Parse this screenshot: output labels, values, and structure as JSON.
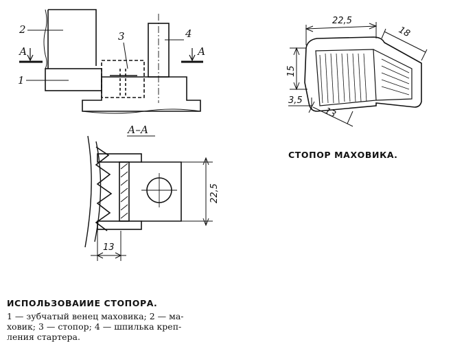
{
  "left_figure": {
    "callouts": {
      "c1": "1",
      "c2": "2",
      "c3": "3",
      "c4": "4"
    },
    "section_mark": "А",
    "section_title": "А–А",
    "dim_height": "22,5",
    "dim_width": "13"
  },
  "right_figure": {
    "dim_length": "22,5",
    "dim_depth": "18",
    "dim_height": "15",
    "dim_thickness": "3,5",
    "dim_base": "13",
    "title": "СТОПОР МАХОВИКА."
  },
  "caption": {
    "title": "ИСПОЛЬЗОВАИИЕ СТОПОРА.",
    "lines": [
      "1 — зубчатый венец маховика; 2 — ма-",
      "ховик; 3 — стопор; 4 — шпилька креп-",
      "ления стартера."
    ]
  }
}
